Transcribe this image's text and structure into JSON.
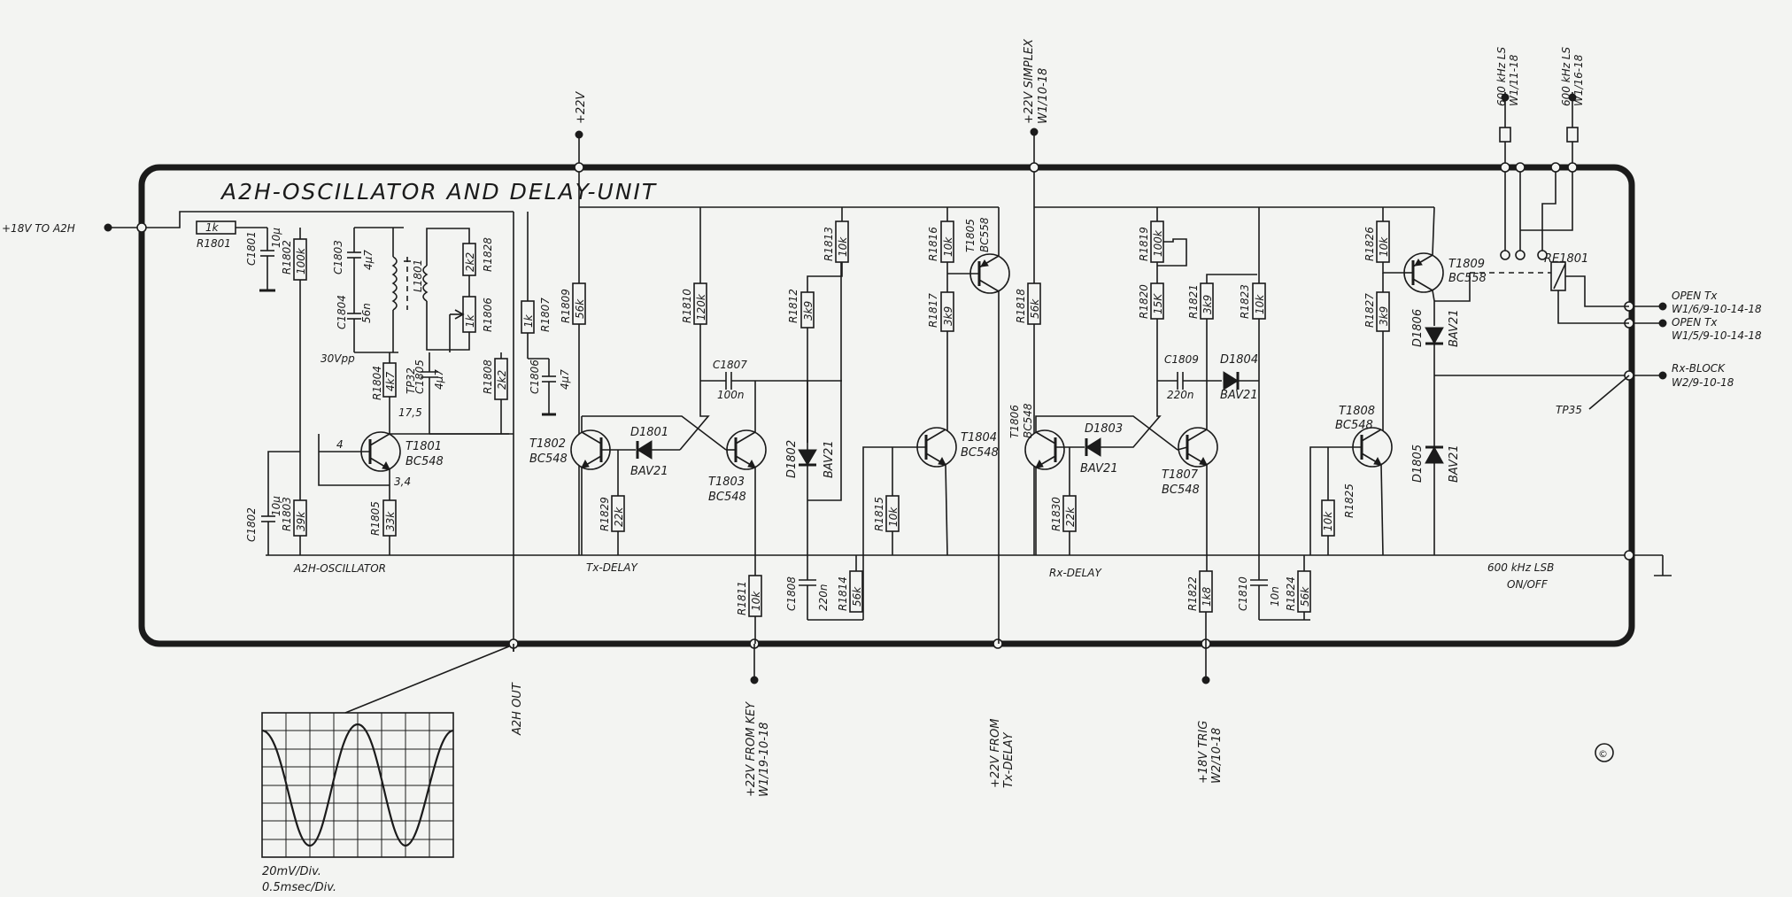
{
  "title": "A2H-OSCILLATOR AND DELAY-UNIT",
  "sections": {
    "osc": "A2H-OSCILLATOR",
    "tx": "Tx-DELAY",
    "rx": "Rx-DELAY",
    "lsb": "600 kHz LSB",
    "onoff": "ON/OFF"
  },
  "terminals": {
    "p18v_a2h": "+18V TO A2H",
    "p22v": "+22V",
    "p22v_simplex": "+22V SIMPLEX",
    "w1_10": "W1/10-18",
    "ls1": "600 kHz LS",
    "ls1_ref": "W1/11-18",
    "ls2": "600 kHz LS",
    "ls2_ref": "W1/16-18",
    "open_tx1": "OPEN Tx",
    "open_tx1_ref": "W1/6/9-10-14-18",
    "open_tx2": "OPEN Tx",
    "open_tx2_ref": "W1/5/9-10-14-18",
    "rx_block": "Rx-BLOCK",
    "rx_block_ref": "W2/9-10-18",
    "tp35": "TP35",
    "a2h_out": "A2H OUT",
    "key": "+22V FROM KEY",
    "key_ref": "W1/19-10-18",
    "txdelay": "+22V FROM",
    "txdelay2": "Tx-DELAY",
    "trig": "+18V TRIG",
    "trig_ref": "W2/10-18"
  },
  "components": {
    "R1801": "R1801",
    "R1801v": "1k",
    "C1801": "C1801",
    "C1801v": "10μ",
    "R1802": "R1802",
    "R1802v": "100k",
    "C1803": "C1803",
    "C1803v": "4μ7",
    "C1804": "C1804",
    "C1804v": "56n",
    "L1801": "L1801",
    "R1828": "R1828",
    "R1828v": "2k2",
    "R1806": "R1806",
    "R1806v": "1k",
    "R1807": "R1807",
    "R1807v": "1k",
    "R1804": "R1804",
    "R1804v": "4k7",
    "TP32": "TP32",
    "C1805": "C1805",
    "C1805v": "4μ7",
    "R1808": "R1808",
    "R1808v": "2k2",
    "C1806": "C1806",
    "C1806v": "4μ7",
    "T1801": "T1801",
    "T1801t": "BC548",
    "C1802": "C1802",
    "C1802v": "10μ",
    "R1803": "R1803",
    "R1803v": "39k",
    "R1805": "R1805",
    "R1805v": "33k",
    "R1809": "R1809",
    "R1809v": "56k",
    "R1810": "R1810",
    "R1810v": "120k",
    "R1813": "R1813",
    "R1813v": "10k",
    "R1812": "R1812",
    "R1812v": "3k9",
    "R1816": "R1816",
    "R1816v": "10k",
    "R1817": "R1817",
    "R1817v": "3k9",
    "T1805": "T1805",
    "T1805t": "BC558",
    "C1807": "C1807",
    "C1807v": "100n",
    "T1802": "T1802",
    "T1802t": "BC548",
    "D1801": "D1801",
    "D1801t": "BAV21",
    "T1803": "T1803",
    "T1803t": "BC548",
    "D1802": "D1802",
    "D1802t": "BAV21",
    "T1804": "T1804",
    "T1804t": "BC548",
    "R1829": "R1829",
    "R1829v": "22k",
    "R1815": "R1815",
    "R1815v": "10k",
    "R1811": "R1811",
    "R1811v": "10k",
    "C1808": "C1808",
    "C1808v": "220n",
    "R1814": "R1814",
    "R1814v": "56k",
    "R1818": "R1818",
    "R1818v": "56k",
    "R1819": "R1819",
    "R1819v": "100k",
    "R1820": "R1820",
    "R1820v": "15K",
    "R1821": "R1821",
    "R1821v": "3k9",
    "R1823": "R1823",
    "R1823v": "10k",
    "R1826": "R1826",
    "R1826v": "10k",
    "R1827": "R1827",
    "R1827v": "3k9",
    "T1809": "T1809",
    "T1809t": "BC558",
    "RE1801": "RE1801",
    "C1809": "C1809",
    "C1809v": "220n",
    "D1804": "D1804",
    "D1804t": "BAV21",
    "T1806": "T1806",
    "T1806t": "BC548",
    "D1803": "D1803",
    "D1803t": "BAV21",
    "T1807": "T1807",
    "T1807t": "BC548",
    "T1808": "T1808",
    "T1808t": "BC548",
    "D1806": "D1806",
    "D1806t": "BAV21",
    "D1805": "D1805",
    "D1805t": "BAV21",
    "R1830": "R1830",
    "R1830v": "22k",
    "R1822": "R1822",
    "R1822v": "1k8",
    "C1810": "C1810",
    "C1810v": "10n",
    "R1824": "R1824",
    "R1824v": "56k",
    "R1825": "R1825",
    "R1825v": "10k"
  },
  "voltages": {
    "v30": "30Vpp",
    "v175": "17,5",
    "v4": "4",
    "v34": "3,4"
  },
  "scope": {
    "volts": "20mV/Div.",
    "time": "0.5msec/Div."
  },
  "copyright": "©"
}
